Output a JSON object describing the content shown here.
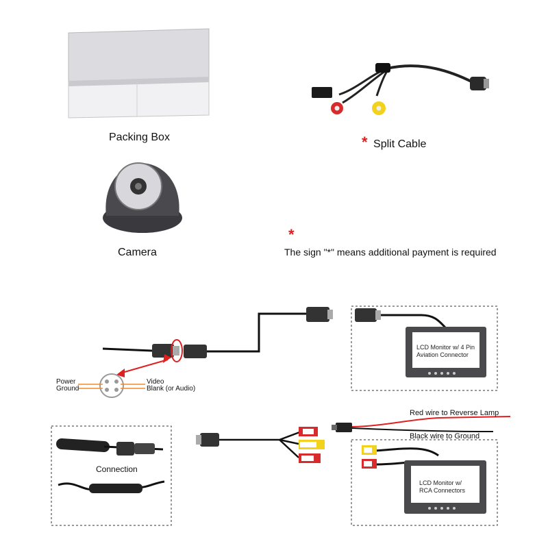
{
  "items": {
    "packing_box": "Packing Box",
    "split_cable": "Split Cable",
    "camera": "Camera"
  },
  "note": {
    "star": "*",
    "text": "The sign \"*\" means additional payment is required"
  },
  "pinout": {
    "power": "Power",
    "ground": "Ground",
    "video": "Video",
    "blank": "Blank (or Audio)"
  },
  "monitor_top": {
    "line1": "LCD Monitor w/ 4 Pin",
    "line2": "Aviation Connector"
  },
  "monitor_bottom": {
    "line1": "LCD  Monitor  w/",
    "line2": "RCA Connectors"
  },
  "wires": {
    "red": "Red wire to Reverse Lamp",
    "black": "Black wire to Ground"
  },
  "connection_label": "Connection"
}
